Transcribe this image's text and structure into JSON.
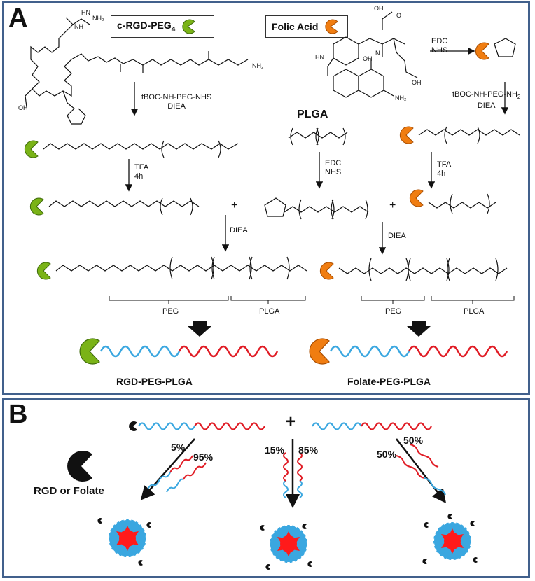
{
  "panel_a": {
    "label": "A",
    "rgd_box": "c-RGD-PEG",
    "rgd_box_sub": "4",
    "folic_box": "Folic Acid",
    "step1_left_a": "tBOC-NH-PEG-NHS",
    "step1_left_b": "DIEA",
    "step2_left_a": "TFA",
    "step2_left_b": "4h",
    "step3_left": "DIEA",
    "mid_plga": "PLGA",
    "mid_step_a": "EDC",
    "mid_step_b": "NHS",
    "right_edc_a": "EDC",
    "right_edc_b": "NHS",
    "right_step1_a": "tBOC-NH-PEG-NH",
    "right_step1_a_sub": "2",
    "right_step1_b": "DIEA",
    "right_step2_a": "TFA",
    "right_step2_b": "4h",
    "right_step3": "DIEA",
    "plus": "+",
    "peg": "PEG",
    "plga": "PLGA",
    "product_left": "RGD-PEG-PLGA",
    "product_right": "Folate-PEG-PLGA",
    "nh2": "NH",
    "nh2_sub": "2",
    "h": "H",
    "o": "O",
    "n": "N",
    "oh": "OH"
  },
  "panel_b": {
    "label": "B",
    "plus": "+",
    "legend": "RGD or Folate",
    "left_pct_a": "5%",
    "left_pct_b": "95%",
    "mid_pct_a": "15%",
    "mid_pct_b": "85%",
    "right_pct_a": "50%",
    "right_pct_b": "50%"
  },
  "colors": {
    "border": "#41608c",
    "peg_blue": "#3aa7e0",
    "plga_red": "#e01b24",
    "rgd_green": "#7ab317",
    "folate_orange": "#f07d11",
    "core_red": "#ff1a1a"
  }
}
